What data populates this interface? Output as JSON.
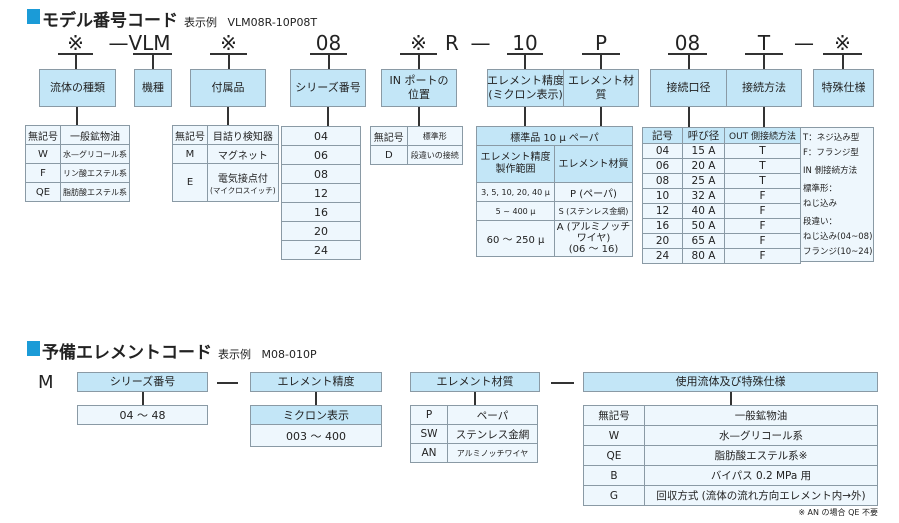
{
  "model": {
    "title": "モデル番号コード",
    "example_label": "表示例",
    "example": "VLM08R-10P08T",
    "codes": [
      "※",
      "—VLM",
      "※",
      "08",
      "※",
      "R",
      "—",
      "10",
      "P",
      "08",
      "T",
      "—",
      "※"
    ],
    "boxes": [
      "流体の種類",
      "機種",
      "付属品",
      "シリーズ番号",
      "IN ポートの\n位置",
      "エレメント精度\n(ミクロン表示)",
      "エレメント材質",
      "接続口径",
      "接続方法",
      "特殊仕様"
    ],
    "fluid": [
      [
        "無記号",
        "一般鉱物油"
      ],
      [
        "W",
        "水—グリコール系"
      ],
      [
        "F",
        "リン酸エステル系"
      ],
      [
        "QE",
        "脂肪酸エステル系"
      ]
    ],
    "accessory": [
      [
        "無記号",
        "目詰り検知器"
      ],
      [
        "M",
        "マグネット"
      ],
      [
        "E",
        "電気接点付",
        "(マイクロスイッチ)"
      ]
    ],
    "series": [
      "04",
      "06",
      "08",
      "12",
      "16",
      "20",
      "24"
    ],
    "inport": [
      [
        "無記号",
        "標準形"
      ],
      [
        "D",
        "段違いの接続"
      ]
    ],
    "element": {
      "header": "標準品 10 μ ペーパ",
      "col1": "エレメント精度\n製作範囲",
      "col2": "エレメント材質",
      "rows": [
        [
          "3, 5, 10, 20, 40 μ",
          "P (ペーパ)"
        ],
        [
          "5 ~ 400 μ",
          "S (ステンレス金網)"
        ],
        [
          "60 ～ 250 μ",
          "A (アルミノッチワイヤ)",
          "(06 ～ 16)"
        ]
      ]
    },
    "conn": {
      "headers": [
        "記号",
        "呼び径",
        "OUT 側接続方法"
      ],
      "rows": [
        [
          "04",
          "15 A",
          "T"
        ],
        [
          "06",
          "20 A",
          "T"
        ],
        [
          "08",
          "25 A",
          "T"
        ],
        [
          "10",
          "32 A",
          "F"
        ],
        [
          "12",
          "40 A",
          "F"
        ],
        [
          "16",
          "50 A",
          "F"
        ],
        [
          "20",
          "65 A",
          "F"
        ],
        [
          "24",
          "80 A",
          "F"
        ]
      ],
      "notes": [
        "T：ネジ込み型",
        "F：フランジ型",
        "IN 側接続方法",
        "標準形：",
        "ねじ込み",
        "段違い：",
        "ねじ込み(04~08)",
        "フランジ(10~24)"
      ]
    }
  },
  "spare": {
    "title": "予備エレメントコード",
    "example_label": "表示例",
    "example": "M08-010P",
    "prefix": "M",
    "dash": "—",
    "boxes": [
      "シリーズ番号",
      "エレメント精度",
      "エレメント材質",
      "使用流体及び特殊仕様"
    ],
    "series_value": "04 ～ 48",
    "precision_header": "ミクロン表示",
    "precision_value": "003 ～ 400",
    "material": [
      [
        "P",
        "ペーパ"
      ],
      [
        "SW",
        "ステンレス金網"
      ],
      [
        "AN",
        "アルミノッチワイヤ"
      ]
    ],
    "fluid": [
      [
        "無記号",
        "一般鉱物油"
      ],
      [
        "W",
        "水—グリコール系"
      ],
      [
        "QE",
        "脂肪酸エステル系※"
      ],
      [
        "B",
        "バイパス 0.2 MPa 用"
      ],
      [
        "G",
        "回収方式 (流体の流れ方向エレメント内→外)"
      ]
    ],
    "footnote": "※ AN の場合 QE 不要"
  }
}
